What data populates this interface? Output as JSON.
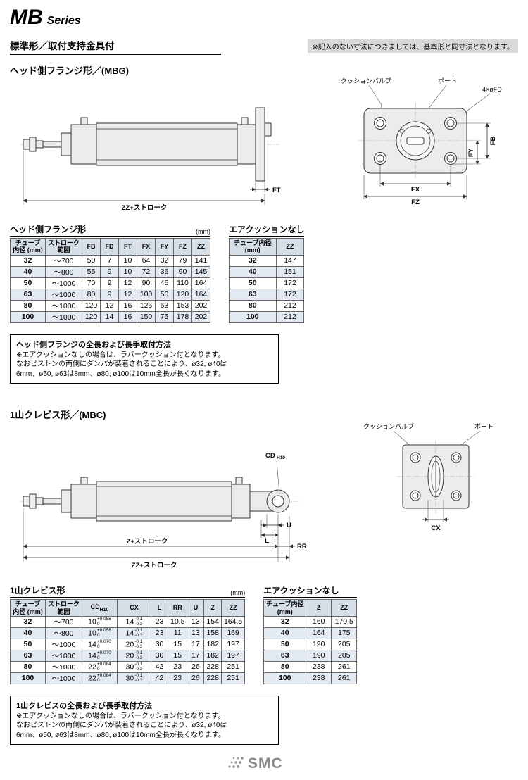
{
  "page": {
    "series_title": "MB",
    "series_suffix": "Series",
    "section_title": "標準形／取付支持金具付",
    "section_note": "※記入のない寸法につきましては、基本形と同寸法となります。",
    "footer_logo": "SMC"
  },
  "mbg": {
    "heading": "ヘッド側フランジ形／(MBG)",
    "labels": {
      "cushion_valve": "クッションバルブ",
      "port": "ポート",
      "fd_holes": "4×øFD",
      "fy": "FY",
      "fb": "FB",
      "fx": "FX",
      "fz": "FZ",
      "ft": "FT",
      "zz_stroke": "ZZ+ストローク"
    },
    "table_title": "ヘッド側フランジ形",
    "table_unit": "(mm)",
    "table": {
      "headers": [
        "チューブ\n内径 (mm)",
        "ストローク\n範囲",
        "FB",
        "FD",
        "FT",
        "FX",
        "FY",
        "FZ",
        "ZZ"
      ],
      "rows": [
        [
          "32",
          "～700",
          "50",
          "7",
          "10",
          "64",
          "32",
          "79",
          "141"
        ],
        [
          "40",
          "～800",
          "55",
          "9",
          "10",
          "72",
          "36",
          "90",
          "145"
        ],
        [
          "50",
          "～1000",
          "70",
          "9",
          "12",
          "90",
          "45",
          "110",
          "164"
        ],
        [
          "63",
          "～1000",
          "80",
          "9",
          "12",
          "100",
          "50",
          "120",
          "164"
        ],
        [
          "80",
          "～1000",
          "120",
          "12",
          "16",
          "126",
          "63",
          "153",
          "202"
        ],
        [
          "100",
          "～1000",
          "120",
          "14",
          "16",
          "150",
          "75",
          "178",
          "202"
        ]
      ]
    },
    "aircushion_title": "エアクッションなし",
    "aircushion_table": {
      "headers": [
        "チューブ内径\n(mm)",
        "ZZ"
      ],
      "rows": [
        [
          "32",
          "147"
        ],
        [
          "40",
          "151"
        ],
        [
          "50",
          "172"
        ],
        [
          "63",
          "172"
        ],
        [
          "80",
          "212"
        ],
        [
          "100",
          "212"
        ]
      ]
    },
    "note_title": "ヘッド側フランジの全長および長手取付方法",
    "note_lines": [
      "※エアクッションなしの場合は、ラバークッション付となります。",
      "なおピストンの両側にダンパが装着されることにより、ø32, ø40は",
      "6mm、ø50, ø63は8mm、ø80, ø100は10mm全長が長くなります。"
    ]
  },
  "mbc": {
    "heading": "1山クレビス形／(MBC)",
    "labels": {
      "cushion_valve": "クッションバルブ",
      "port": "ポート",
      "cd_base": "CD",
      "cd_sub": "H10",
      "u": "U",
      "l": "L",
      "rr": "RR",
      "z_stroke": "Z+ストローク",
      "zz_stroke": "ZZ+ストローク",
      "cx": "CX"
    },
    "table_title": "1山クレビス形",
    "table_unit": "(mm)",
    "table": {
      "headers": [
        "チューブ\n内径 (mm)",
        "ストローク\n範囲",
        {
          "base": "CD",
          "sub": "H10"
        },
        "CX",
        "L",
        "RR",
        "U",
        "Z",
        "ZZ"
      ],
      "rows": [
        [
          "32",
          "～700",
          {
            "base": "10",
            "sup": "+0.058",
            "sub": "0"
          },
          {
            "base": "14",
            "sup": "-0.1",
            "sub": "-0.3"
          },
          "23",
          "10.5",
          "13",
          "154",
          "164.5"
        ],
        [
          "40",
          "～800",
          {
            "base": "10",
            "sup": "+0.058",
            "sub": "0"
          },
          {
            "base": "14",
            "sup": "-0.1",
            "sub": "-0.3"
          },
          "23",
          "11",
          "13",
          "158",
          "169"
        ],
        [
          "50",
          "～1000",
          {
            "base": "14",
            "sup": "+0.070",
            "sub": "0"
          },
          {
            "base": "20",
            "sup": "-0.1",
            "sub": "-0.3"
          },
          "30",
          "15",
          "17",
          "182",
          "197"
        ],
        [
          "63",
          "～1000",
          {
            "base": "14",
            "sup": "+0.070",
            "sub": "0"
          },
          {
            "base": "20",
            "sup": "-0.1",
            "sub": "-0.3"
          },
          "30",
          "15",
          "17",
          "182",
          "197"
        ],
        [
          "80",
          "～1000",
          {
            "base": "22",
            "sup": "+0.084",
            "sub": "0"
          },
          {
            "base": "30",
            "sup": "-0.1",
            "sub": "-0.3"
          },
          "42",
          "23",
          "26",
          "228",
          "251"
        ],
        [
          "100",
          "～1000",
          {
            "base": "22",
            "sup": "+0.084",
            "sub": "0"
          },
          {
            "base": "30",
            "sup": "-0.1",
            "sub": "-0.3"
          },
          "42",
          "23",
          "26",
          "228",
          "251"
        ]
      ]
    },
    "aircushion_title": "エアクッションなし",
    "aircushion_table": {
      "headers": [
        "チューブ内径\n(mm)",
        "Z",
        "ZZ"
      ],
      "rows": [
        [
          "32",
          "160",
          "170.5"
        ],
        [
          "40",
          "164",
          "175"
        ],
        [
          "50",
          "190",
          "205"
        ],
        [
          "63",
          "190",
          "205"
        ],
        [
          "80",
          "238",
          "261"
        ],
        [
          "100",
          "238",
          "261"
        ]
      ]
    },
    "note_title": "1山クレビスの全長および長手取付方法",
    "note_lines": [
      "※エアクッションなしの場合は、ラバークッション付となります。",
      "なおピストンの両側にダンパが装着されることにより、ø32, ø40は",
      "6mm、ø50, ø63は8mm、ø80, ø100は10mm全長が長くなります。"
    ]
  }
}
